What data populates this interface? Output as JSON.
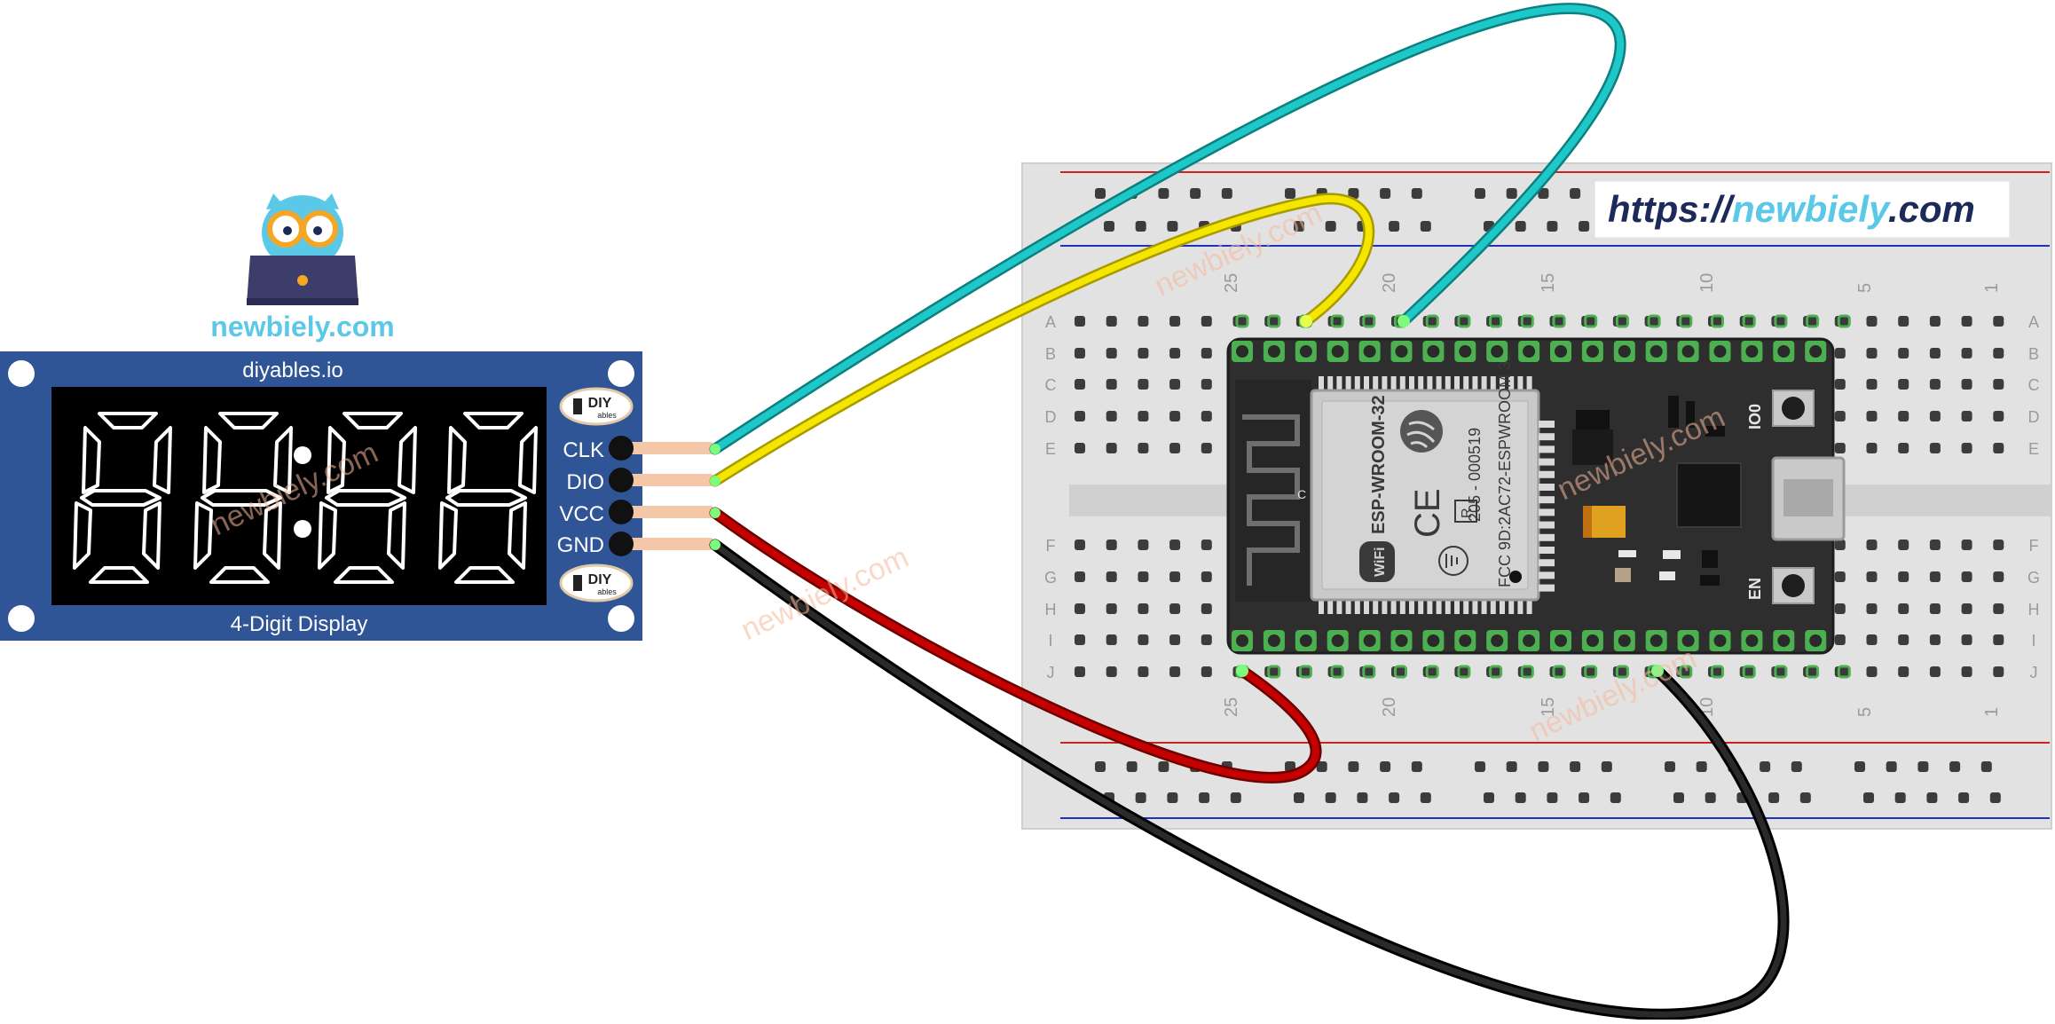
{
  "logo": {
    "text": "newbiely.com"
  },
  "module": {
    "brand": "diyables.io",
    "caption": "4-Digit Display",
    "badge_text": "DIY",
    "badge_subtext": "ables",
    "pins": [
      {
        "label": "CLK"
      },
      {
        "label": "DIO"
      },
      {
        "label": "VCC"
      },
      {
        "label": "GND"
      }
    ]
  },
  "board": {
    "label_model": "ESP-WROOM-32",
    "label_serial": "205 - 000519",
    "label_fcc": "FCC 9D:2AC72-ESPWROOM 32",
    "label_ce": "CE",
    "label_r": "R",
    "label_wifi": "WiFi",
    "label_c": "C",
    "button_io0": "IO0",
    "button_en": "EN"
  },
  "breadboard": {
    "row_letters_top": [
      "A",
      "B",
      "C",
      "D",
      "E"
    ],
    "row_letters_bottom": [
      "F",
      "G",
      "H",
      "I",
      "J"
    ],
    "column_numbers": [
      "25",
      "20",
      "15",
      "10",
      "5",
      "1"
    ]
  },
  "watermark": {
    "text": "newbiely.com"
  },
  "url_badge": {
    "prefix": "https://",
    "name": "newbiely",
    "suffix": ".com"
  },
  "colors": {
    "wire_clk": "#1ec8c8",
    "wire_dio": "#f5e600",
    "wire_vcc": "#c40000",
    "wire_gnd": "#1a1a1a",
    "module_board": "#2f5597",
    "brand_cyan": "#5bc8e8",
    "url_navy": "#1c2a5a"
  }
}
